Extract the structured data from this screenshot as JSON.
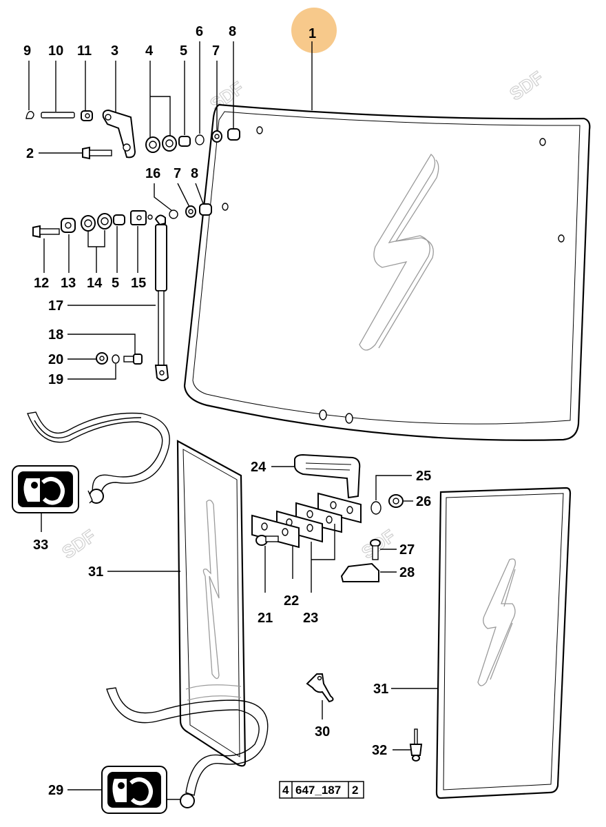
{
  "diagram": {
    "highlight_color": "#f7c98b",
    "callouts": {
      "c1": "1",
      "c2": "2",
      "c3": "3",
      "c4": "4",
      "c5": "5",
      "c5b": "5",
      "c6": "6",
      "c7": "7",
      "c7b": "7",
      "c8": "8",
      "c8b": "8",
      "c9": "9",
      "c10": "10",
      "c11": "11",
      "c12": "12",
      "c13": "13",
      "c14": "14",
      "c15": "15",
      "c16": "16",
      "c17": "17",
      "c18": "18",
      "c19": "19",
      "c20": "20",
      "c21": "21",
      "c22": "22",
      "c23": "23",
      "c24": "24",
      "c25": "25",
      "c26": "26",
      "c27": "27",
      "c28": "28",
      "c29": "29",
      "c30": "30",
      "c31a": "31",
      "c31b": "31",
      "c32": "32",
      "c33": "33"
    },
    "reference_box": {
      "left": "4",
      "code": "647_187",
      "right": "2"
    },
    "watermark": "SDF"
  }
}
